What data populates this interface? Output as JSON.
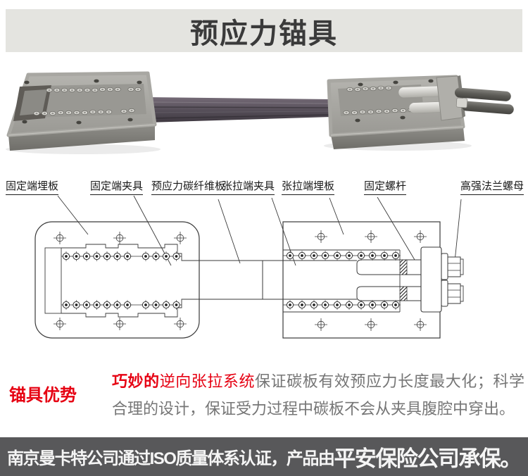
{
  "header": {
    "title": "预应力锚具"
  },
  "photo": {
    "description": "预应力锚具实拍：固定端锚板、碳纤维板、张拉端锚板与固定螺杆"
  },
  "diagram": {
    "labels": [
      {
        "text": "固定端埋板"
      },
      {
        "text": "固定端夹具"
      },
      {
        "text": "预应力碳纤维板"
      },
      {
        "text": "张拉端夹具"
      },
      {
        "text": "张拉端埋板"
      },
      {
        "text": "固定螺杆"
      },
      {
        "text": "高强法兰螺母"
      }
    ]
  },
  "advantages": {
    "heading": "锚具优势",
    "lead_bold": "巧妙的",
    "lead": "逆向张拉系统",
    "body": "保证碳板有效预应力长度最大化；科学合理的设计，保证受力过程中碳板不会从夹具腹腔中穿出。"
  },
  "footer": {
    "text_normal": "南京曼卡特公司通过ISO质量体系认证，产品由",
    "text_large": "平安保险公司承保。"
  },
  "colors": {
    "accent_red": "#e60012",
    "body_gray": "#767676",
    "header_bg": "#e4e4e0",
    "footer_bg": "#58585a",
    "line": "#3a3a3a"
  }
}
